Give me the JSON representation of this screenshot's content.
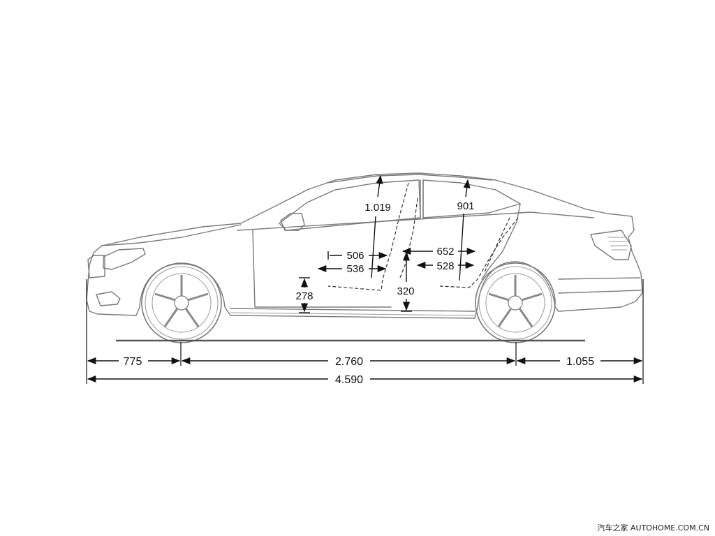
{
  "dimensions": {
    "front_overhang": "775",
    "wheelbase": "2.760",
    "rear_overhang": "1.055",
    "overall_length": "4.590",
    "front_headroom": "1.019",
    "rear_headroom": "901",
    "front_legroom_upper": "506",
    "front_legroom_lower": "536",
    "rear_legroom_upper": "652",
    "rear_legroom_lower": "528",
    "front_seat_height": "278",
    "rear_seat_height": "320"
  },
  "watermark": "汽车之家 AUTOHOME.COM.CN"
}
